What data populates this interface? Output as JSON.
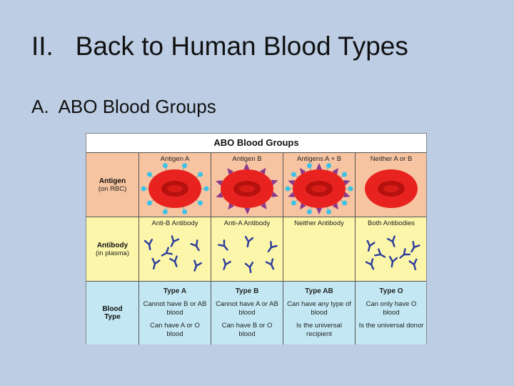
{
  "slide": {
    "title": "II.   Back to Human Blood Types",
    "subtitle": "A.  ABO Blood Groups"
  },
  "table": {
    "title": "ABO Blood Groups",
    "rows": {
      "antigen": {
        "label": "Antigen",
        "sublabel": "(on RBC)"
      },
      "antibody": {
        "label": "Antibody",
        "sublabel": "(in plasma)"
      },
      "type": {
        "label": "Blood Type"
      }
    },
    "columns": [
      {
        "antigen": "Antigen A",
        "antibody": "Anti-B Antibody",
        "type": "Type A",
        "restriction": "Cannot have B or AB blood",
        "allowed": "Can have A or O blood"
      },
      {
        "antigen": "Antigen B",
        "antibody": "Anti-A Antibody",
        "type": "Type B",
        "restriction": "Cannot have A or AB blood",
        "allowed": "Can have B or O blood"
      },
      {
        "antigen": "Antigens A + B",
        "antibody": "Neither Antibody",
        "type": "Type AB",
        "restriction": "Can have any type of blood",
        "allowed": "Is the universal recipient"
      },
      {
        "antigen": "Neither A or B",
        "antibody": "Both Antibodies",
        "type": "Type O",
        "restriction": "Can only have O blood",
        "allowed": "Is the universal donor"
      }
    ]
  },
  "colors": {
    "background": "#bccde4",
    "antigen_row": "#f7c4a1",
    "antibody_row": "#fbf6a9",
    "type_row": "#c3e8f4",
    "rbc": "#e8231f",
    "antigen_a": "#3dc1e6",
    "antigen_b": "#8a3a8c",
    "antibody": "#2a3a9c"
  }
}
